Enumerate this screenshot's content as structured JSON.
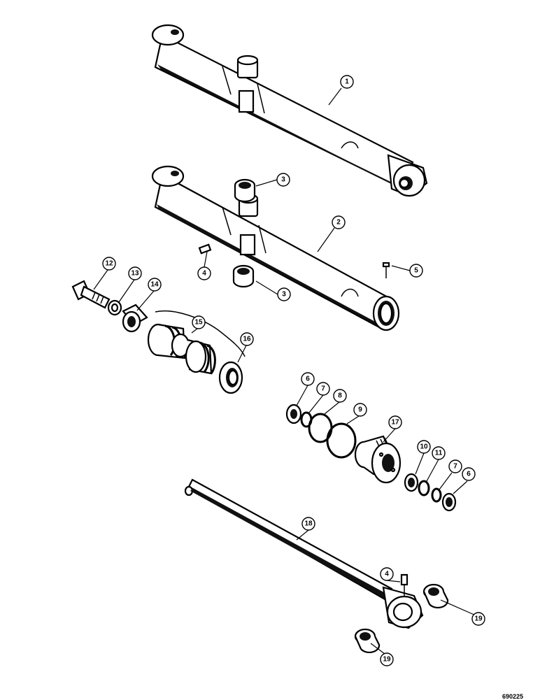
{
  "figure_number": "690225",
  "callouts": {
    "c1": "1",
    "c2": "2",
    "c3a": "3",
    "c3b": "3",
    "c4a": "4",
    "c4b": "4",
    "c5": "5",
    "c6a": "6",
    "c6b": "6",
    "c7a": "7",
    "c7b": "7",
    "c8": "8",
    "c9": "9",
    "c10": "10",
    "c11": "11",
    "c12": "12",
    "c13": "13",
    "c14": "14",
    "c15": "15",
    "c16": "16",
    "c17": "17",
    "c18": "18",
    "c19a": "19",
    "c19b": "19"
  }
}
